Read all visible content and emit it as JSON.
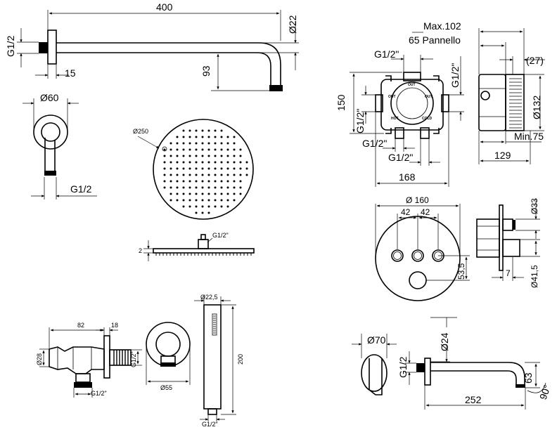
{
  "shower_arm": {
    "length": "400",
    "diameter": "Ø22",
    "drop": "93",
    "thread": "G1/2",
    "flange_depth": "15"
  },
  "arm_flange": {
    "diameter": "Ø60",
    "thread": "G1/2"
  },
  "shower_head": {
    "diameter": "Ø250",
    "thickness": "2",
    "thread": "G1/2\""
  },
  "mixer_body_front": {
    "inlet_top": "G1/2\"",
    "outlet_right": "G1/2\"",
    "height": "150",
    "inlet_left": "G1/2\"",
    "outlet_bottom_left": "G1/2\"",
    "outlet_bottom_right": "G1/2\"",
    "width": "168",
    "port_labels": [
      "OUT",
      "OUT",
      "OUT",
      "HOT",
      "COLD"
    ]
  },
  "mixer_body_side": {
    "max_depth": "Max.102",
    "panel": "65 Pannello",
    "depth_27": "(27)",
    "diameter": "Ø132",
    "min_depth": "Min.75",
    "width": "129"
  },
  "control_plate": {
    "diameter": "Ø 160",
    "spacing_left": "42",
    "spacing_right": "42",
    "knob_height": "53,5",
    "knob_diameter": "Ø33",
    "knob_depth": "7",
    "base_diameter": "Ø41,5"
  },
  "outlet_elbow": {
    "length": "82",
    "depth": "18",
    "diameter": "Ø28",
    "thread_right": "G1/2\"",
    "thread_bottom": "G1/2\"",
    "rosette_diameter": "Ø55"
  },
  "hand_shower": {
    "diameter": "Ø22,5",
    "length": "200",
    "thread": "G1/2\""
  },
  "spout": {
    "flange_diameter": "Ø70",
    "thread": "G1/2",
    "diameter": "Ø24",
    "length": "252",
    "height": "63",
    "angle": "90°"
  }
}
